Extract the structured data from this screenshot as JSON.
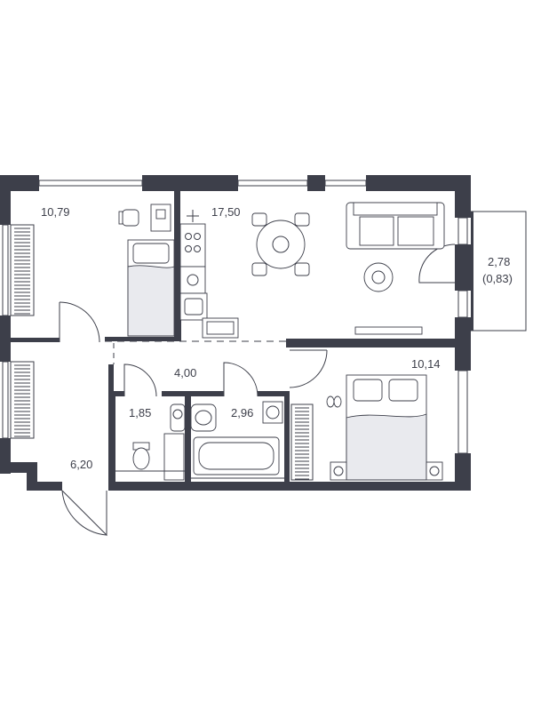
{
  "rooms": [
    {
      "id": "bedroom-left",
      "area": "10,79"
    },
    {
      "id": "kitchen-living",
      "area": "17,50"
    },
    {
      "id": "balcony",
      "area": "2,78",
      "area_reduced": "(0,83)"
    },
    {
      "id": "hall",
      "area": "4,00"
    },
    {
      "id": "bedroom-right",
      "area": "10,14"
    },
    {
      "id": "toilet",
      "area": "1,85"
    },
    {
      "id": "bathroom",
      "area": "2,96"
    },
    {
      "id": "entrance-hall",
      "area": "6,20"
    }
  ],
  "colors": {
    "wall": "#3d3f4a",
    "background": "#ffffff"
  }
}
